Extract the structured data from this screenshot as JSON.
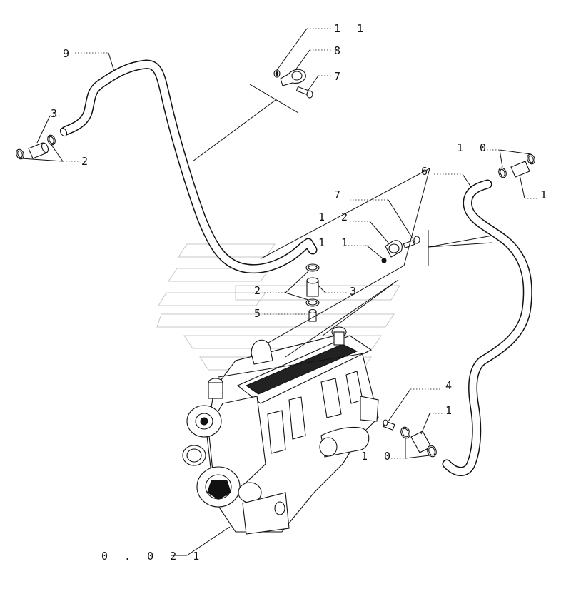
{
  "callouts": {
    "c1": "1 1",
    "c2": "8",
    "c3": "7",
    "c4": "9",
    "c5": "3",
    "c6": "2",
    "c7": "1 0",
    "c8": "6",
    "c9": "1",
    "c10": "7",
    "c11": "1 2",
    "c12": "1 1",
    "c13": "2",
    "c14": "3",
    "c15": "5",
    "c16": "4",
    "c17": "1",
    "c18": "1 0",
    "c19": "0 . 0 2 1"
  }
}
